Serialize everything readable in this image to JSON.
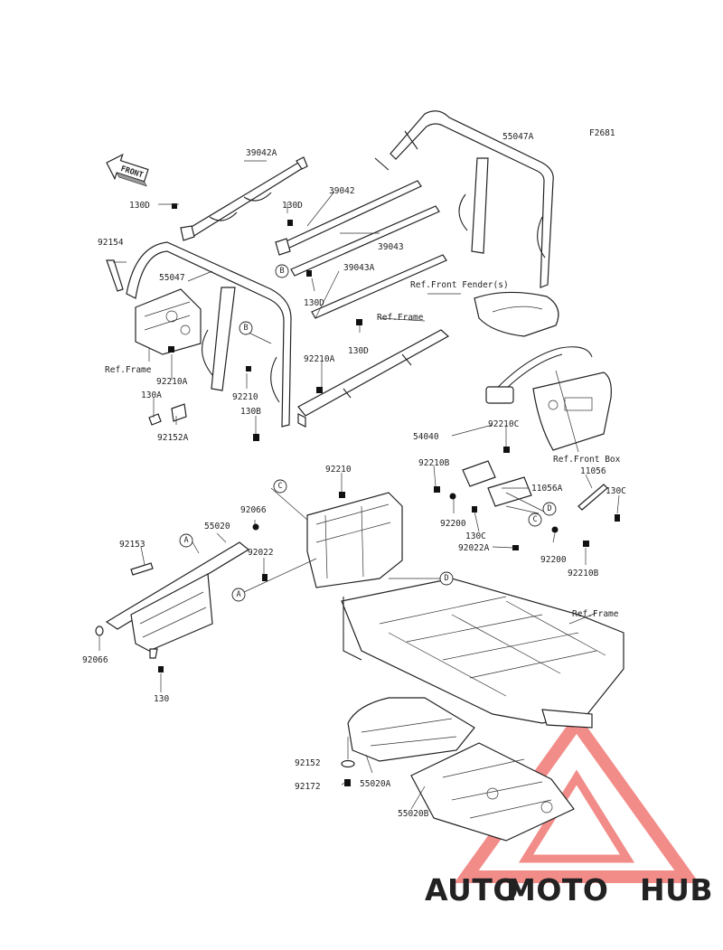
{
  "figure_code": "F2681",
  "front_arrow_label": "FRONT",
  "colors": {
    "line": "#222222",
    "watermark_red": "#e8302a",
    "watermark_orange": "#f5a12a",
    "watermark_gray": "#6b6b6b"
  },
  "labels": {
    "p39042A": "39042A",
    "p55047A": "55047A",
    "p39042": "39042",
    "p130D_a": "130D",
    "p130D_b": "130D",
    "p92154": "92154",
    "p39043": "39043",
    "p55047": "55047",
    "p39043A": "39043A",
    "p130D_c": "130D",
    "p130D_d": "130D",
    "ref_front_fender": "Ref.Front Fender(s)",
    "ref_frame_a": "Ref.Frame",
    "ref_frame_b": "Ref.Frame",
    "ref_frame_c": "Ref.Frame",
    "p92210A_a": "92210A",
    "p92210A_b": "92210A",
    "p130A": "130A",
    "p92210_a": "92210",
    "p130B": "130B",
    "p92152A": "92152A",
    "p54040": "54040",
    "p92210C": "92210C",
    "ref_front_box": "Ref.Front Box",
    "p11056": "11056",
    "p92210B_a": "92210B",
    "p11056A": "11056A",
    "p130C_a": "130C",
    "p92200_a": "92200",
    "p130C_b": "130C",
    "p92022A": "92022A",
    "p92200_b": "92200",
    "p92210B_b": "92210B",
    "p92210_b": "92210",
    "p92066_a": "92066",
    "p55020": "55020",
    "p92153": "92153",
    "p92022": "92022",
    "p92066_b": "92066",
    "p130": "130",
    "p92152": "92152",
    "p55020A": "55020A",
    "p92172": "92172",
    "p55020B": "55020B"
  },
  "callouts": {
    "A1": "A",
    "A2": "A",
    "B1": "B",
    "B2": "B",
    "C1": "C",
    "C2": "C",
    "D1": "D",
    "D2": "D"
  },
  "watermark": {
    "part1": "AUTO",
    "part2": "MOTO",
    "part3": "HUB"
  }
}
